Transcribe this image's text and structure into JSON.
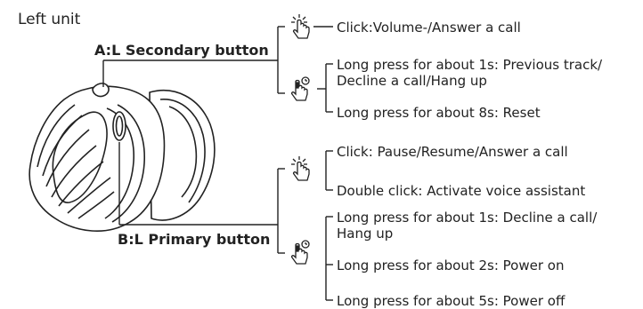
{
  "title": "Left unit",
  "buttons": {
    "a_label": "A:L Secondary button",
    "b_label": "B:L Primary button"
  },
  "groups": {
    "a_click": [
      "Click:Volume-/Answer a call"
    ],
    "a_long": [
      "Long press for about 1s: Previous track/\nDecline a call/Hang up",
      "Long press for about 8s: Reset"
    ],
    "b_click": [
      "Click: Pause/Resume/Answer a call",
      "Double click: Activate voice assistant"
    ],
    "b_long": [
      "Long press for about 1s: Decline a call/\nHang up",
      "Long press for about 2s: Power on",
      "Long press for about 5s: Power off"
    ]
  },
  "icons": {
    "click": "hand-click-icon",
    "long_press": "hand-long-press-icon"
  }
}
